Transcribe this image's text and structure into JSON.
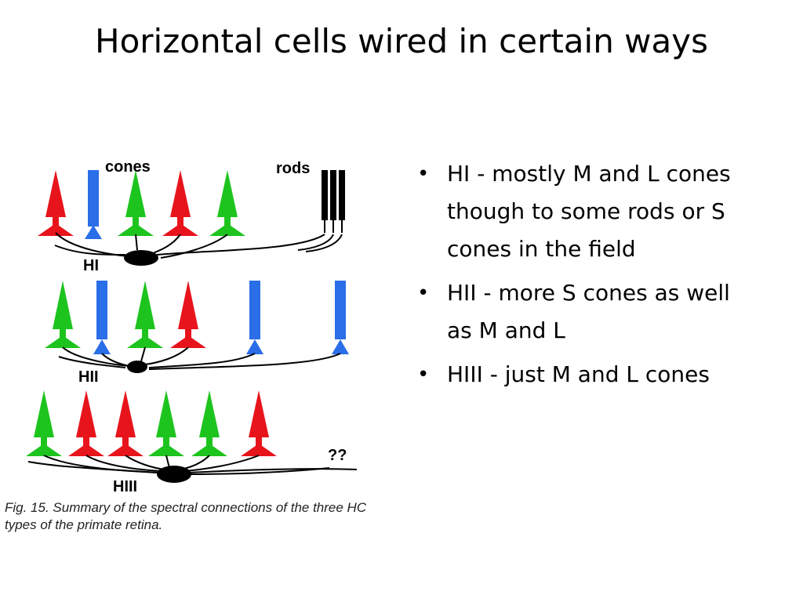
{
  "slide": {
    "title": "Horizontal cells wired in certain ways"
  },
  "figure": {
    "labels": {
      "cones": "cones",
      "rods": "rods",
      "hi": "HI",
      "hii": "HII",
      "hiii": "HIII",
      "unknown": "??"
    },
    "caption": "Fig. 15. Summary of the spectral connections of the three HC types of the primate retina.",
    "colors": {
      "L_cone": "#e8141c",
      "M_cone": "#1ec41e",
      "S_cone": "#2a6ee8",
      "rod": "#000000"
    }
  },
  "bullets": [
    "HI - mostly M and L cones though to some rods or S cones in the field",
    "HII - more S cones as well as M and L",
    "HIII - just M and L cones"
  ]
}
